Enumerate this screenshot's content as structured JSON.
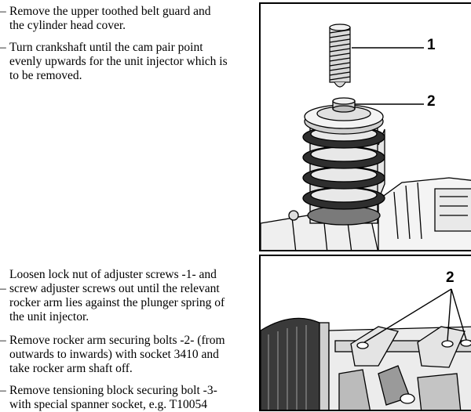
{
  "steps": [
    {
      "dash": "–",
      "lines": [
        "Remove the upper toothed belt guard and",
        "the cylinder head cover."
      ]
    },
    {
      "dash": "–",
      "lines": [
        "Turn crankshaft until the cam pair point",
        "evenly upwards for the unit injector which is",
        "to be removed."
      ]
    },
    {
      "dash": "–",
      "lines": [
        "Loosen lock nut of adjuster screws -1- and",
        "screw adjuster screws out until the relevant",
        "rocker arm lies against the plunger spring of",
        "the unit injector."
      ]
    },
    {
      "dash": "–",
      "lines": [
        "Remove rocker arm securing bolts -2- (from",
        "outwards to inwards) with socket 3410 and",
        "take rocker arm shaft off."
      ]
    },
    {
      "dash": "–",
      "lines": [
        "Remove tensioning block securing bolt -3-",
        "with special spanner socket, e.g. T10054"
      ]
    }
  ],
  "figure1": {
    "callouts": [
      "1",
      "2"
    ]
  },
  "figure2": {
    "callouts": [
      "2"
    ]
  }
}
